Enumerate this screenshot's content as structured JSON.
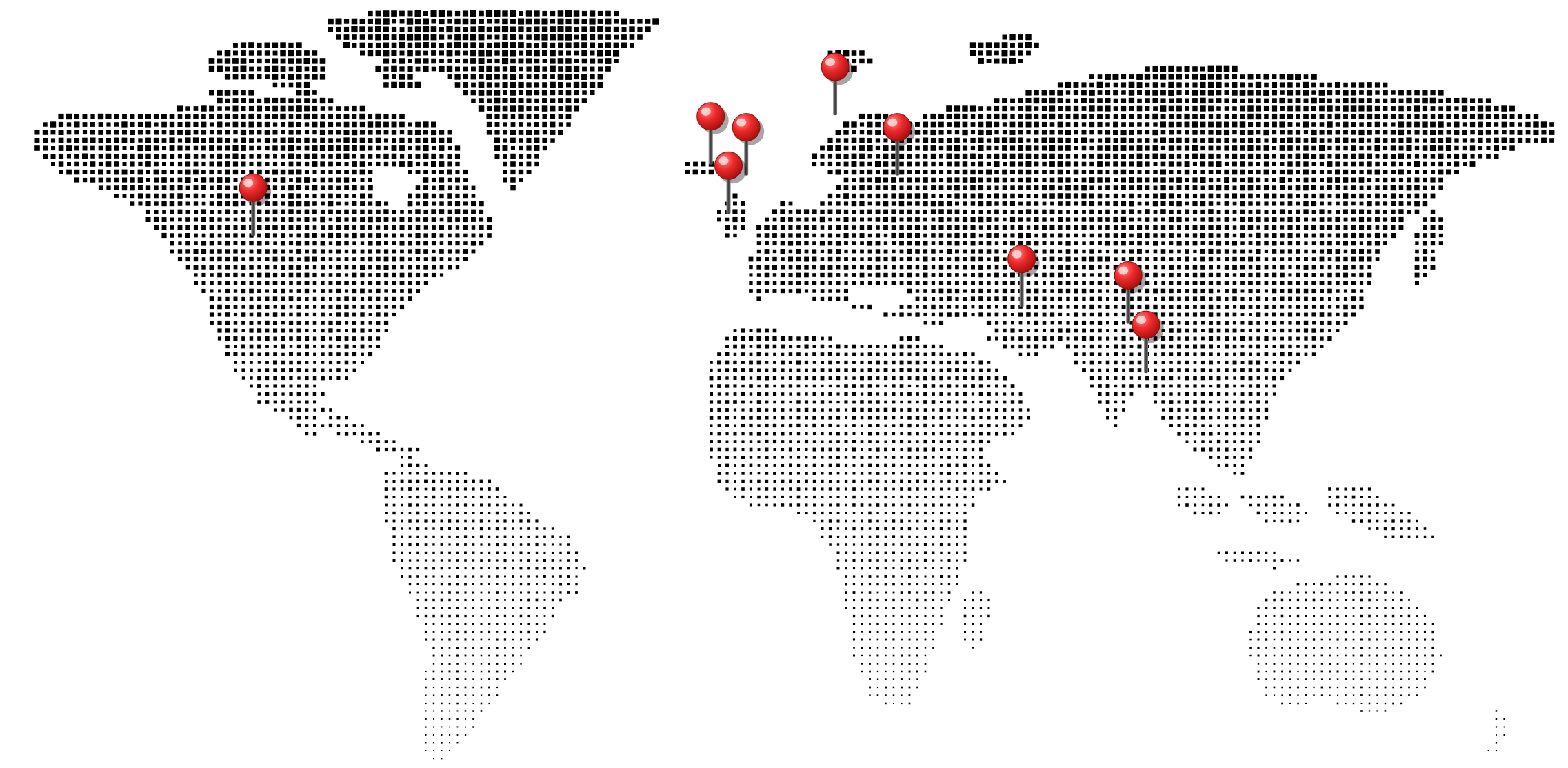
{
  "map": {
    "style": "dotted-halftone-world-map",
    "dot_color": "#000000",
    "background_color": "#ffffff",
    "continents": [
      "north-america",
      "south-america",
      "greenland",
      "europe",
      "africa",
      "asia",
      "australia",
      "madagascar",
      "japan",
      "indonesia",
      "iceland",
      "british-isles",
      "svalbard",
      "novaya-zemlya",
      "new-zealand"
    ]
  },
  "pins": {
    "head_color": "#ee2a2a",
    "highlight_color": "#ffd6d6",
    "needle_color": "#555555",
    "icon": "map-pin-icon",
    "locations": [
      {
        "id": "usa",
        "lon": -106,
        "lat": 40
      },
      {
        "id": "uk",
        "lon": -3,
        "lat": 53
      },
      {
        "id": "netherlands",
        "lon": 5,
        "lat": 51
      },
      {
        "id": "spain",
        "lon": 1,
        "lat": 44
      },
      {
        "id": "finland",
        "lon": 25,
        "lat": 62
      },
      {
        "id": "russia-moscow",
        "lon": 39,
        "lat": 51
      },
      {
        "id": "pakistan",
        "lon": 67,
        "lat": 27
      },
      {
        "id": "bangladesh",
        "lon": 91,
        "lat": 24
      },
      {
        "id": "thailand",
        "lon": 95,
        "lat": 15
      }
    ]
  }
}
